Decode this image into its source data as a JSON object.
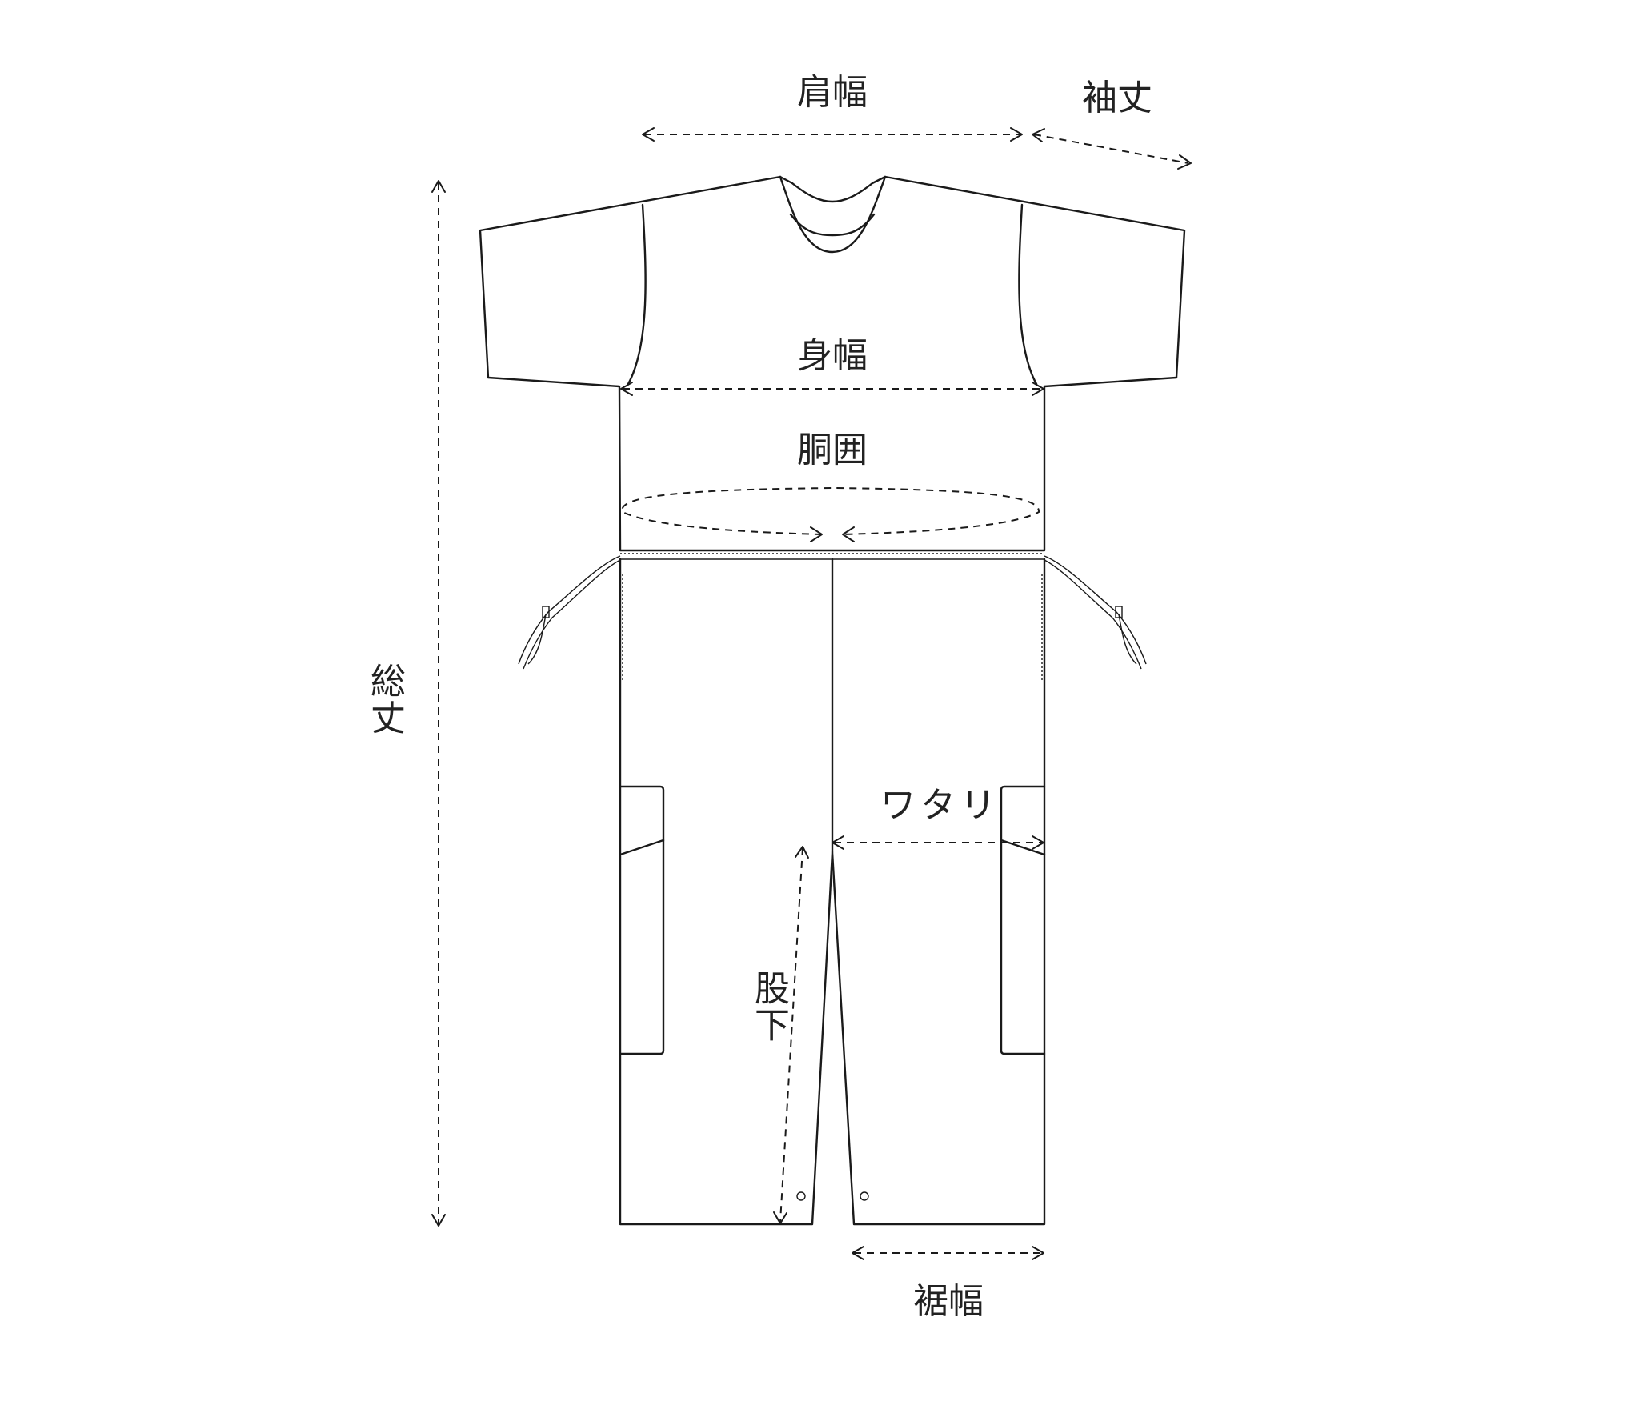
{
  "labels": {
    "shoulder_width": "肩幅",
    "sleeve_length": "袖丈",
    "body_width": "身幅",
    "waist": "胴囲",
    "total_length": "総丈",
    "thigh_width": "ワタリ",
    "inseam": "股下",
    "hem_width": "裾幅"
  },
  "colors": {
    "line": "#1a1a1a",
    "text": "#222222",
    "background": "#ffffff"
  }
}
